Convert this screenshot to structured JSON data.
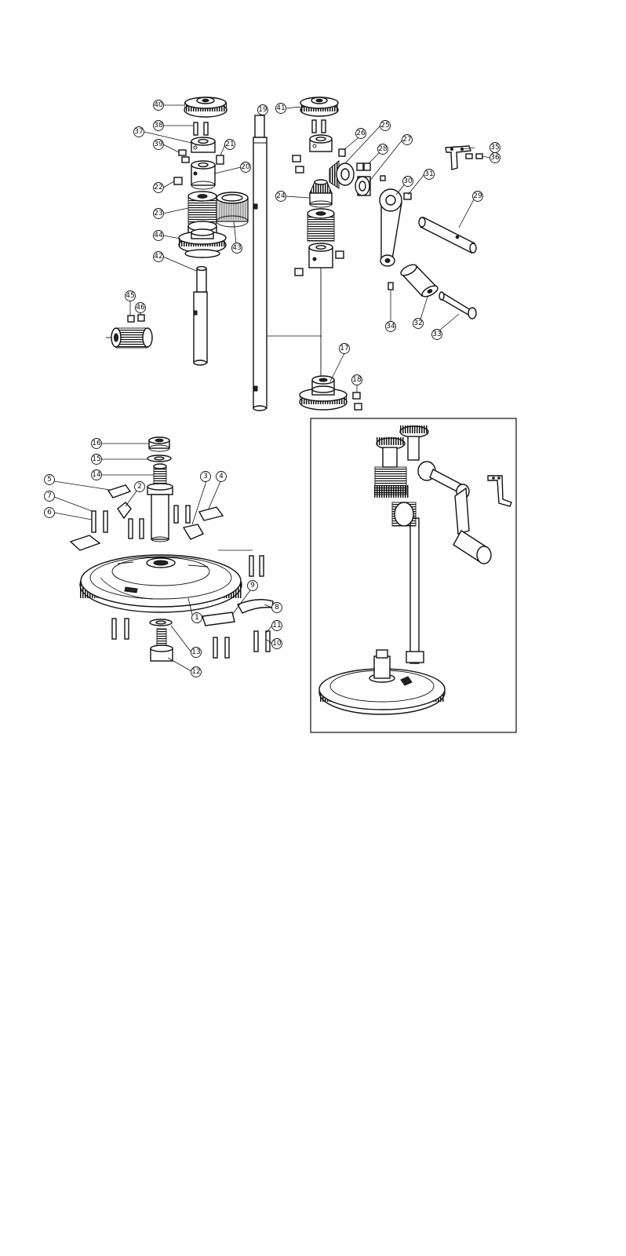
{
  "callouts": [
    {
      "id": "c1",
      "label": "1"
    },
    {
      "id": "c2",
      "label": "2"
    },
    {
      "id": "c3",
      "label": "3"
    },
    {
      "id": "c4",
      "label": "4"
    },
    {
      "id": "c5",
      "label": "5"
    },
    {
      "id": "c6",
      "label": "6"
    },
    {
      "id": "c7",
      "label": "7"
    },
    {
      "id": "c8",
      "label": "8"
    },
    {
      "id": "c9",
      "label": "9"
    },
    {
      "id": "c10",
      "label": "10"
    },
    {
      "id": "c11",
      "label": "11"
    },
    {
      "id": "c12",
      "label": "12"
    },
    {
      "id": "c13",
      "label": "13"
    },
    {
      "id": "c14",
      "label": "14"
    },
    {
      "id": "c15",
      "label": "15"
    },
    {
      "id": "c16",
      "label": "16"
    },
    {
      "id": "c17",
      "label": "17"
    },
    {
      "id": "c18",
      "label": "18"
    },
    {
      "id": "c19",
      "label": "19"
    },
    {
      "id": "c20",
      "label": "20"
    },
    {
      "id": "c21",
      "label": "21"
    },
    {
      "id": "c22",
      "label": "22"
    },
    {
      "id": "c23",
      "label": "23"
    },
    {
      "id": "c24",
      "label": "24"
    },
    {
      "id": "c25",
      "label": "25"
    },
    {
      "id": "c26",
      "label": "26"
    },
    {
      "id": "c27",
      "label": "27"
    },
    {
      "id": "c28",
      "label": "28"
    },
    {
      "id": "c29",
      "label": "29"
    },
    {
      "id": "c30",
      "label": "30"
    },
    {
      "id": "c31",
      "label": "31"
    },
    {
      "id": "c32",
      "label": "32"
    },
    {
      "id": "c33",
      "label": "33"
    },
    {
      "id": "c34",
      "label": "34"
    },
    {
      "id": "c35",
      "label": "35"
    },
    {
      "id": "c36",
      "label": "36"
    },
    {
      "id": "c37",
      "label": "37"
    },
    {
      "id": "c38",
      "label": "38"
    },
    {
      "id": "c39",
      "label": "39"
    },
    {
      "id": "c40",
      "label": "40"
    },
    {
      "id": "c41",
      "label": "41"
    },
    {
      "id": "c42",
      "label": "42"
    },
    {
      "id": "c43",
      "label": "43"
    },
    {
      "id": "c44",
      "label": "44"
    },
    {
      "id": "c45",
      "label": "45"
    },
    {
      "id": "c46",
      "label": "46"
    }
  ]
}
